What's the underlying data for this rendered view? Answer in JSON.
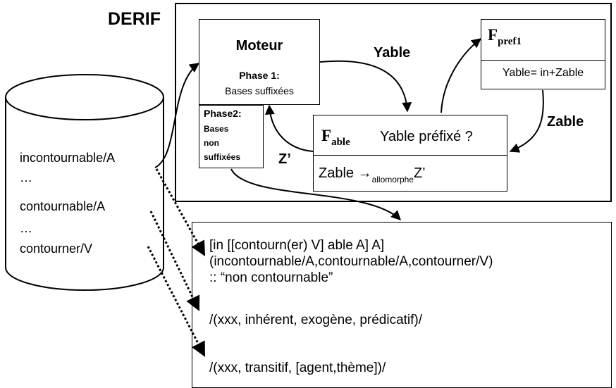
{
  "title": "DERIF",
  "engine": {
    "title": "Moteur",
    "phase1_label": "Phase 1:",
    "phase1_text": "Bases suffixées",
    "phase2_label": "Phase2:",
    "phase2_lines": [
      "Bases",
      "non",
      "suffixées"
    ]
  },
  "f_able": {
    "f": "F",
    "sub": "able",
    "question": "Yable préfixé ?",
    "allo_left": "Zable →",
    "allo_sub": "allomorphe",
    "allo_right": "Z’"
  },
  "f_pref": {
    "f": "F",
    "sub": "pref1",
    "rule": "Yable= in+Zable"
  },
  "arrow_labels": {
    "yable": "Yable",
    "zable": "Zable",
    "zprime": "Z’"
  },
  "database": {
    "entries": [
      "incontournable/A",
      "…",
      "contournable/A",
      "…",
      "contourner/V"
    ]
  },
  "output": {
    "line1": "[in [[contourn(er) V] able A] A]",
    "line2": "(incontournable/A,contournable/A,contourner/V)",
    "line3": ":: “non contournable”",
    "line4": "/(xxx, inhérent, exogène, prédicatif)/",
    "line5": "/(xxx, transitif, [agent,thème])/"
  }
}
